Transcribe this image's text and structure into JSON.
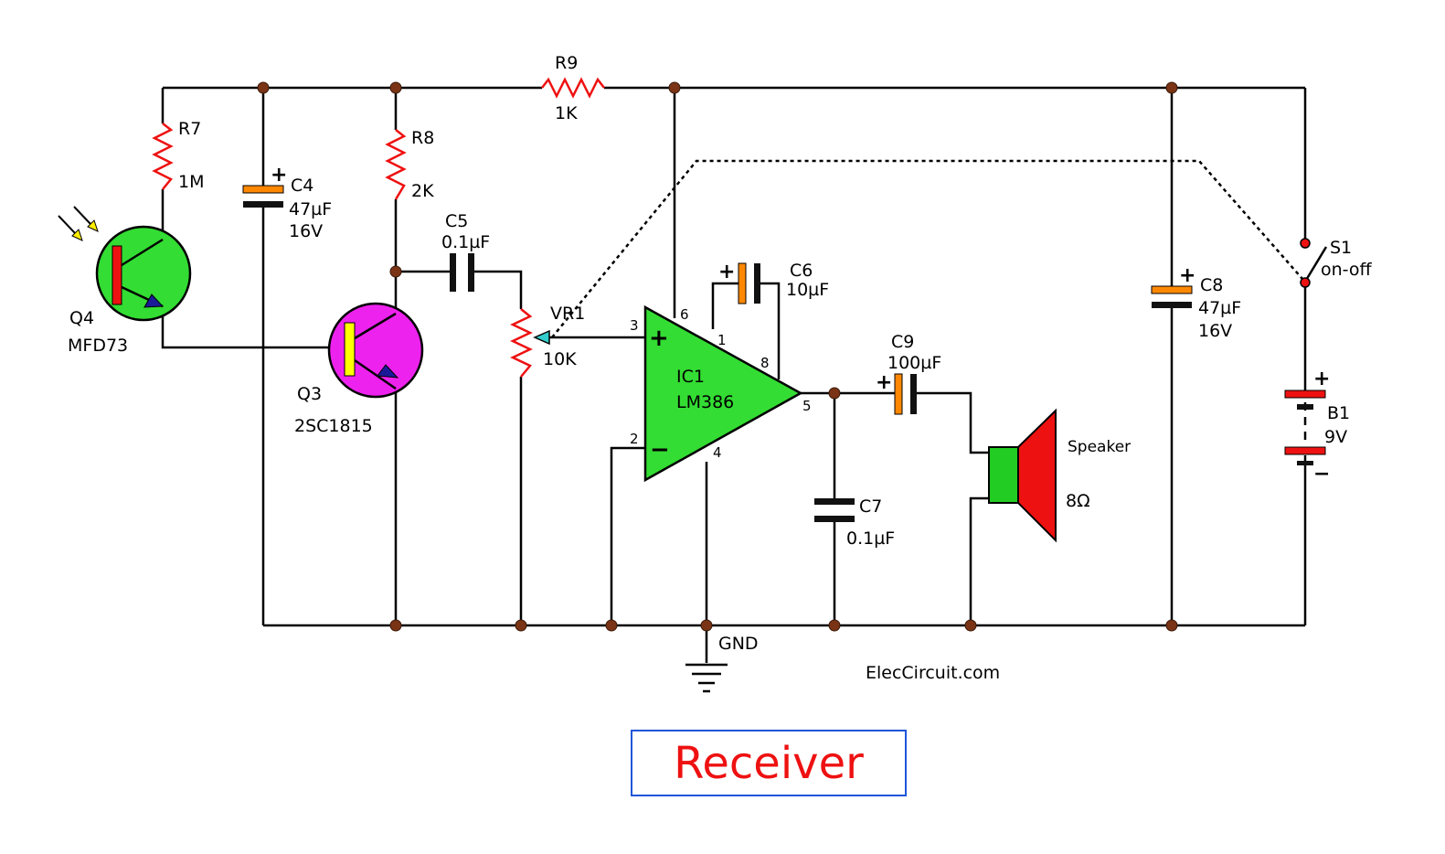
{
  "title": "Receiver",
  "watermark": "ElecCircuit.com",
  "ground_label": "GND",
  "colors": {
    "wire": "#000000",
    "resistor": "#ee1111",
    "node": "#7a3415",
    "q4_body": "#33dd33",
    "q3_body": "#ee22ee",
    "ic_body": "#33dd33",
    "cap_orange": "#ff8800",
    "speaker_magnet": "#22cc22",
    "speaker_cone": "#ee1111",
    "title_border": "#1f55d8",
    "title_text": "#ee1111"
  },
  "components": {
    "r7": {
      "ref": "R7",
      "value": "1M"
    },
    "r8": {
      "ref": "R8",
      "value": "2K"
    },
    "r9": {
      "ref": "R9",
      "value": "1K"
    },
    "c4": {
      "ref": "C4",
      "value": "47µF",
      "voltage": "16V",
      "polarity": "+"
    },
    "c5": {
      "ref": "C5",
      "value": "0.1µF"
    },
    "c6": {
      "ref": "C6",
      "value": "10µF",
      "polarity": "+"
    },
    "c7": {
      "ref": "C7",
      "value": "0.1µF"
    },
    "c8": {
      "ref": "C8",
      "value": "47µF",
      "voltage": "16V",
      "polarity": "+"
    },
    "c9": {
      "ref": "C9",
      "value": "100µF",
      "polarity": "+"
    },
    "vr1": {
      "ref": "VR1",
      "value": "10K"
    },
    "q4": {
      "ref": "Q4",
      "part": "MFD73"
    },
    "q3": {
      "ref": "Q3",
      "part": "2SC1815"
    },
    "ic1": {
      "ref": "IC1",
      "part": "LM386",
      "plus": "+",
      "minus": "−",
      "pins": {
        "p1": "1",
        "p2": "2",
        "p3": "3",
        "p4": "4",
        "p5": "5",
        "p6": "6",
        "p8": "8"
      }
    },
    "s1": {
      "ref": "S1",
      "label": "on-off"
    },
    "b1": {
      "ref": "B1",
      "value": "9V",
      "plus": "+",
      "minus": "−"
    },
    "speaker": {
      "label": "Speaker",
      "impedance": "8Ω"
    }
  }
}
